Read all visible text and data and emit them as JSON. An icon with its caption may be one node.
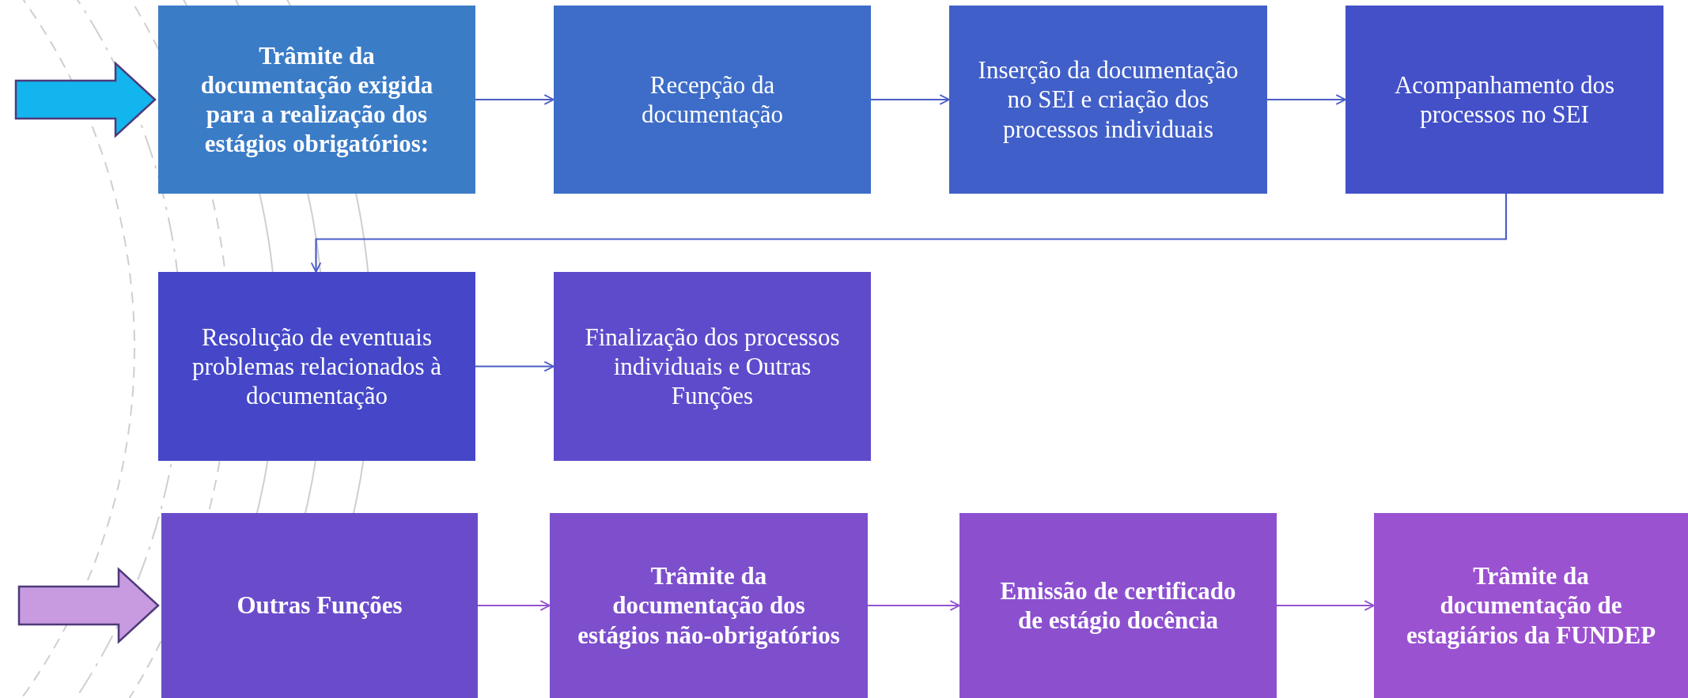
{
  "diagram": {
    "nodes": [
      {
        "text": [
          "Trâmite da documentação exigida para a realização dos estágios obrigatórios:"
        ]
      },
      {
        "text": [
          "Recepção da documentação"
        ]
      },
      {
        "text": [
          "Inserção da documentação no SEI e criação dos processos individuais"
        ]
      },
      {
        "text": [
          "Acompanhamento dos processos no SEI"
        ]
      },
      {
        "text": [
          "Resolução de eventuais problemas relacionados à documentação"
        ]
      },
      {
        "text": [
          "Finalização dos processos individuais e Outras Funções"
        ]
      },
      {
        "text": [
          "Outras Funções"
        ]
      },
      {
        "text": [
          "Trâmite da documentação dos estágios não-obrigatórios"
        ]
      },
      {
        "text": [
          "Emissão de certificado de estágio docência"
        ]
      },
      {
        "text": [
          "Trâmite da documentação de estagiários da FUNDEP"
        ]
      }
    ],
    "edges": [
      {
        "from": null,
        "to": 0,
        "arrow": "to",
        "style": "thick",
        "color": "#12b5ee"
      },
      {
        "from": 0,
        "to": 1,
        "arrow": "to"
      },
      {
        "from": 1,
        "to": 2,
        "arrow": "to"
      },
      {
        "from": 2,
        "to": 3,
        "arrow": "to"
      },
      {
        "from": 3,
        "to": 4,
        "arrow": "to"
      },
      {
        "from": 4,
        "to": 5,
        "arrow": "to"
      },
      {
        "from": null,
        "to": 6,
        "arrow": "to",
        "style": "thick",
        "color": "#c89ae0"
      },
      {
        "from": 6,
        "to": 7,
        "arrow": "to",
        "color": "#9452d0"
      },
      {
        "from": 7,
        "to": 8,
        "arrow": "to",
        "color": "#9452d0"
      },
      {
        "from": 8,
        "to": 9,
        "arrow": "to",
        "color": "#9452d0"
      }
    ]
  }
}
